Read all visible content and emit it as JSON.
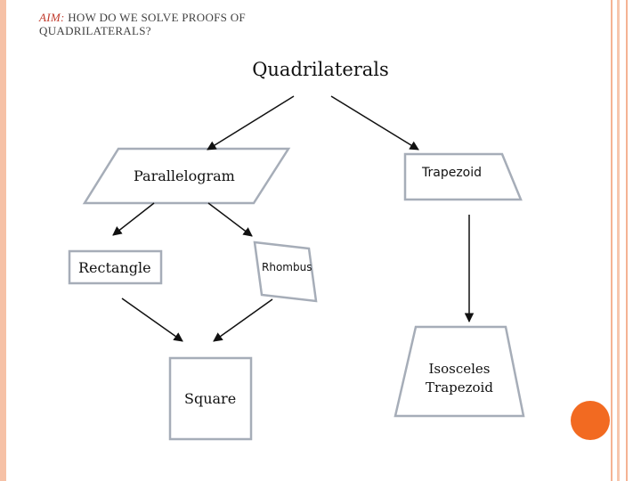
{
  "aim": {
    "label": "AIM:",
    "text": " HOW DO WE SOLVE PROOFS OF QUADRILATERALS?"
  },
  "title": "Quadrilaterals",
  "shapes": {
    "parallelogram": "Parallelogram",
    "trapezoid": "Trapezoid",
    "rectangle": "Rectangle",
    "rhombus": "Rhombus",
    "square": "Square",
    "isosceles_trapezoid": "Isosceles Trapezoid"
  },
  "colors": {
    "accent_orange": "#f26a21",
    "border_peach": "#f5b393",
    "shape_stroke": "#a6adb8"
  }
}
